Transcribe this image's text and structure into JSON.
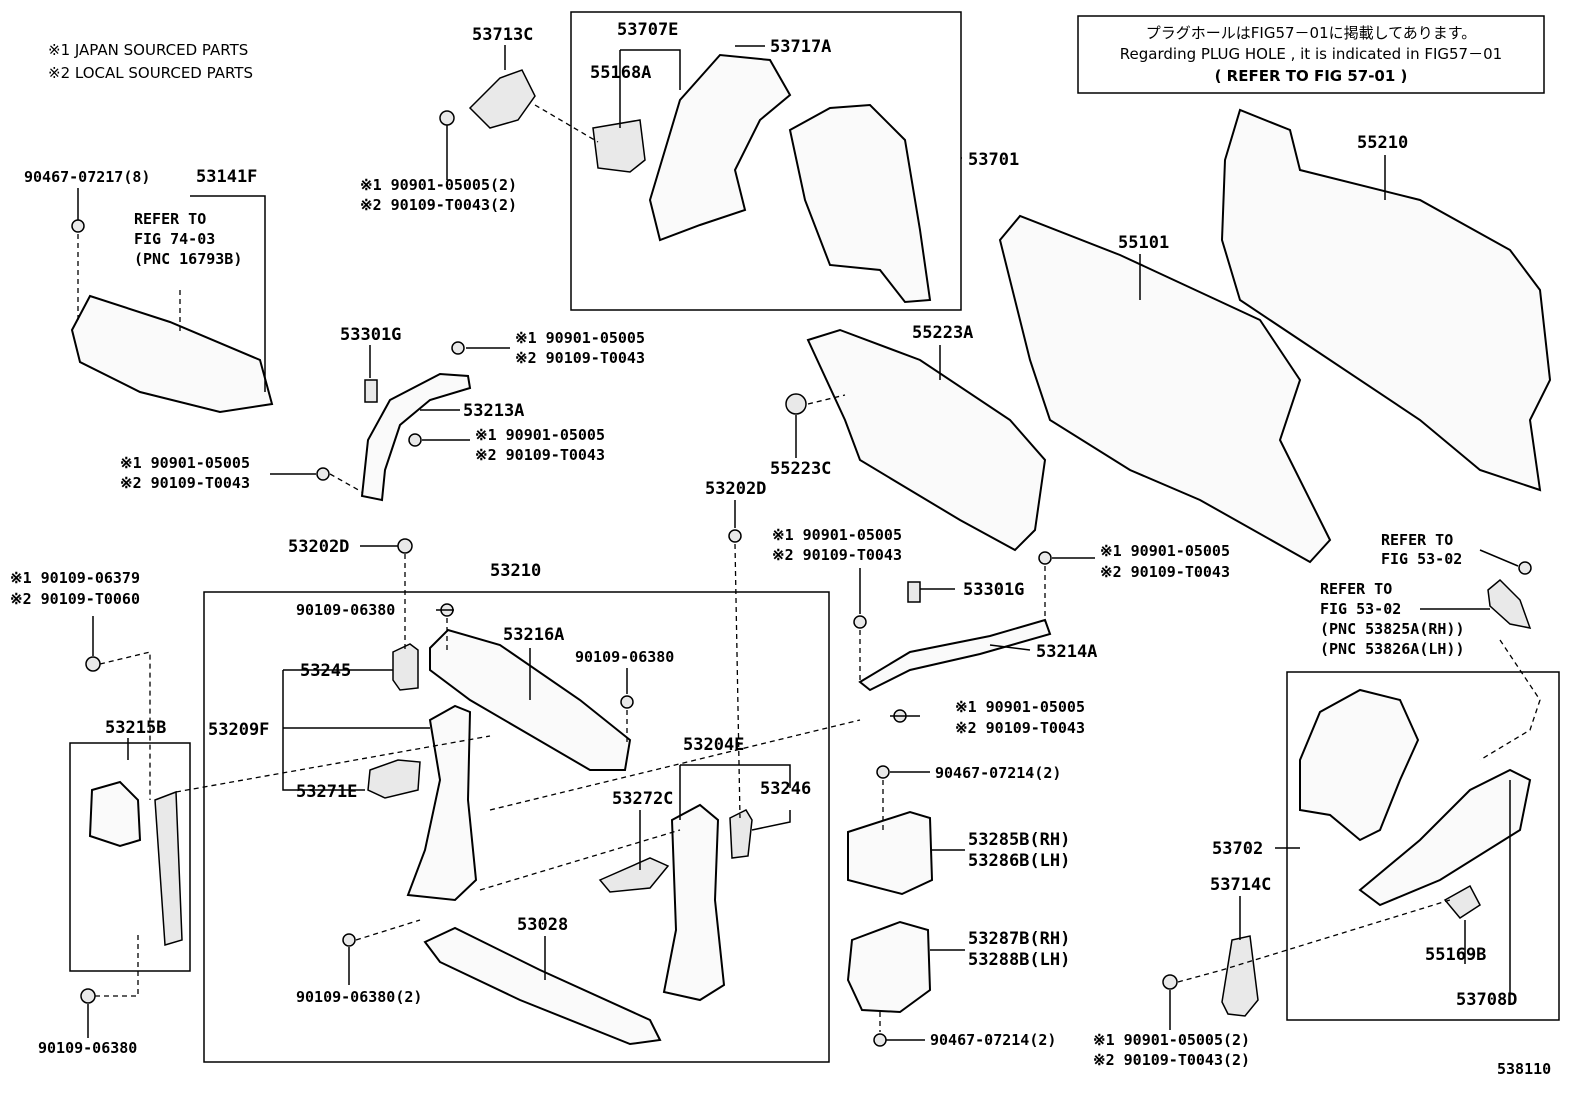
{
  "legend": {
    "line1": "※1 JAPAN SOURCED PARTS",
    "line2": "※2 LOCAL SOURCED PARTS"
  },
  "notice": {
    "line1": "プラグホールはFIG57－01に掲載してあります。",
    "line2": "Regarding PLUG HOLE , it is indicated in FIG57－01",
    "line3": "(  REFER TO FIG 57-01  )"
  },
  "fig_number": "538110",
  "labels": {
    "p53713C": "53713C",
    "p53707E": "53707E",
    "p53717A": "53717A",
    "p55168A": "55168A",
    "p53701": "53701",
    "bolt_a1": "※1 90901-05005(2)",
    "bolt_a2": "※2 90109-T0043(2)",
    "clip_a": "90467-07217(8)",
    "p53141F": "53141F",
    "refer1_l1": "REFER TO",
    "refer1_l2": "FIG 74-03",
    "refer1_l3": "(PNC 16793B)",
    "p55210": "55210",
    "p55101": "55101",
    "p55223A": "55223A",
    "p55223C": "55223C",
    "p53301G_a": "53301G",
    "bolt_b1": "※1 90901-05005",
    "bolt_b2": "※2 90109-T0043",
    "p53213A": "53213A",
    "bolt_c1": "※1 90901-05005",
    "bolt_c2": "※2 90109-T0043",
    "bolt_d1": "※1 90901-05005",
    "bolt_d2": "※2 90109-T0043",
    "p53202D_a": "53202D",
    "p53202D_b": "53202D",
    "bolt_e1": "※1 90901-05005",
    "bolt_e2": "※2 90109-T0043",
    "bolt_f1": "※1 90901-05005",
    "bolt_f2": "※2 90109-T0043",
    "p53301G_b": "53301G",
    "p53214A": "53214A",
    "refer2_l1": "REFER TO",
    "refer2_l2": "FIG 53-02",
    "refer3_l1": "REFER TO",
    "refer3_l2": "FIG 53-02",
    "refer3_l3": "(PNC 53825A(RH))",
    "refer3_l4": "(PNC 53826A(LH))",
    "bolt_g1": "※1 90109-06379",
    "bolt_g2": "※2 90109-T0060",
    "p53210": "53210",
    "bolt_h": "90109-06380",
    "p53216A": "53216A",
    "bolt_i": "90109-06380",
    "p53245": "53245",
    "p53209F": "53209F",
    "p53215B": "53215B",
    "p53271E": "53271E",
    "p53204E": "53204E",
    "p53272C": "53272C",
    "p53246": "53246",
    "bolt_j1": "※1 90901-05005",
    "bolt_j2": "※2 90109-T0043",
    "clip_b": "90467-07214(2)",
    "p53285B": "53285B(RH)",
    "p53286B": "53286B(LH)",
    "p53287B": "53287B(RH)",
    "p53288B": "53288B(LH)",
    "clip_c": "90467-07214(2)",
    "p53028": "53028",
    "bolt_k": "90109-06380(2)",
    "bolt_l": "90109-06380",
    "p53702": "53702",
    "p53714C": "53714C",
    "p55169B": "55169B",
    "p53708D": "53708D",
    "bolt_m1": "※1 90901-05005(2)",
    "bolt_m2": "※2 90109-T0043(2)"
  }
}
